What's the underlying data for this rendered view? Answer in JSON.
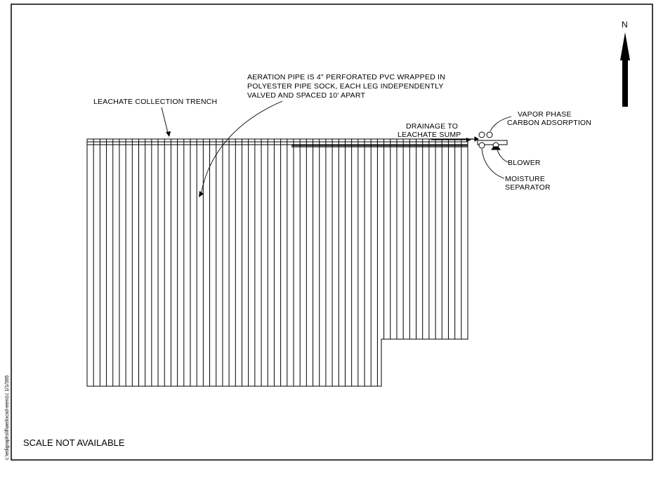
{
  "diagram": {
    "north_label": "N",
    "labels": {
      "aeration_line1": "AERATION PIPE IS 4\" PERFORATED PVC WRAPPED IN",
      "aeration_line2": "POLYESTER PIPE SOCK, EACH LEG INDEPENDENTLY",
      "aeration_line3": "VALVED AND SPACED 10' APART",
      "leachate_trench": "LEACHATE COLLECTION TRENCH",
      "drainage_line1": "DRAINAGE TO",
      "drainage_line2": "LEACHATE SUMP",
      "vapor_line1": "VAPOR PHASE",
      "vapor_line2": "CARBON ADSORPTION",
      "blower": "BLOWER",
      "moisture_line1": "MOISTURE",
      "moisture_line2": "SEPARATOR"
    },
    "scale_note": "SCALE NOT AVAILABLE",
    "file_path": "c:\\edigraphs\\fl\\aedocsd-eem1c 1/1/395",
    "pipe_legs_count": 60
  }
}
